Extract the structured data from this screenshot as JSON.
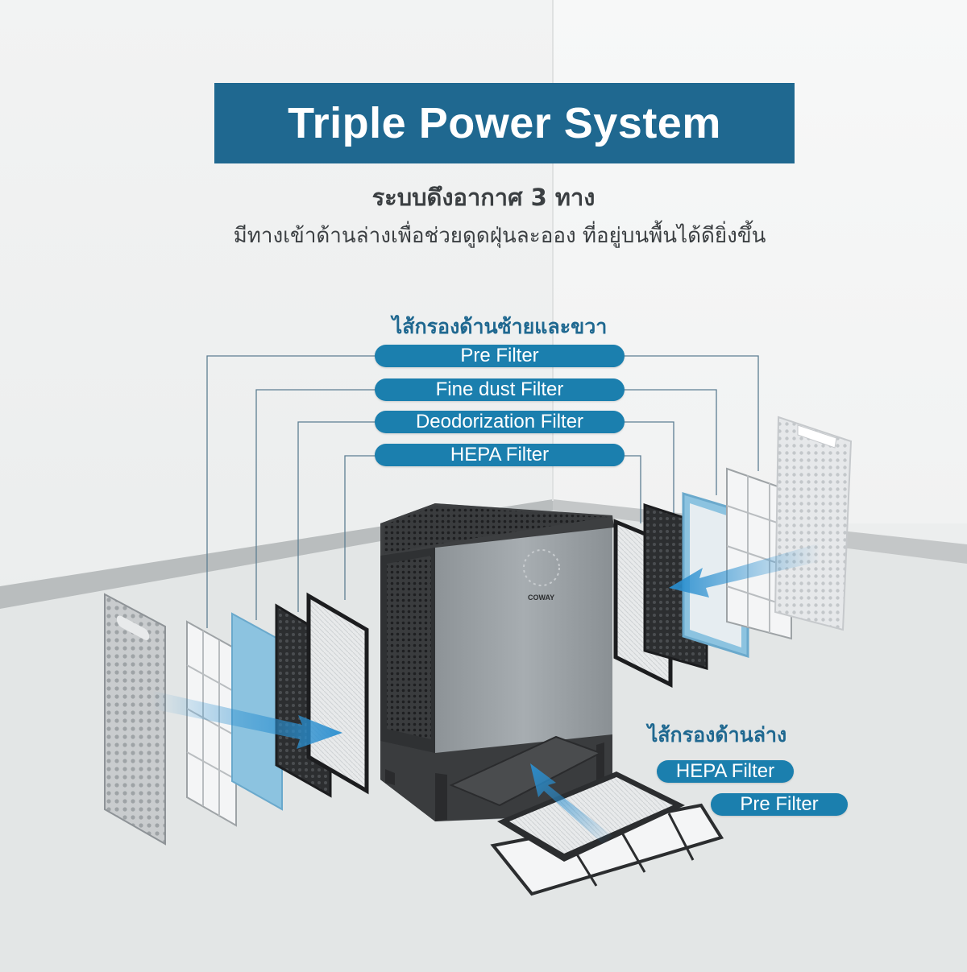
{
  "header": {
    "title": "Triple Power System",
    "subtitle": "ระบบดึงอากาศ 3 ทาง",
    "description": "มีทางเข้าด้านล่างเพื่อช่วยดูดฝุ่นละออง ที่อยู่บนพื้นได้ดียิ่งขึ้น"
  },
  "side_filters": {
    "heading": "ไส้กรองด้านซ้ายและขวา",
    "items": [
      "Pre Filter",
      "Fine dust Filter",
      "Deodorization Filter",
      "HEPA Filter"
    ]
  },
  "bottom_filters": {
    "heading": "ไส้กรองด้านล่าง",
    "items": [
      "HEPA Filter",
      "Pre Filter"
    ]
  },
  "product": {
    "brand": "COWAY"
  },
  "colors": {
    "title_bg": "#1f6890",
    "pill_bg": "#1b7fae",
    "heading_text": "#1f6890",
    "body_text": "#3b3f42",
    "airflow_arrow": "#2a8fd0"
  }
}
